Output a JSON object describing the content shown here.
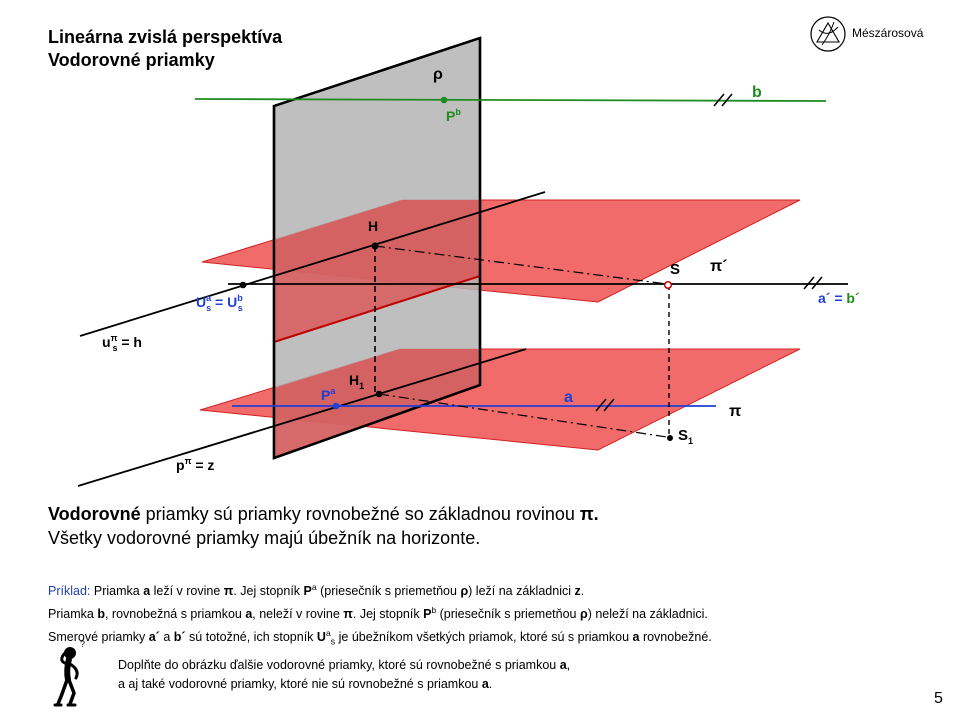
{
  "title": {
    "line1": "Lineárna zvislá perspektíva",
    "line2": "Vodorovné priamky"
  },
  "brand": {
    "name": "Mészárosová",
    "logo_icon": "triangle-circle-logo-icon"
  },
  "labels": {
    "rho": "ρ",
    "b": "b",
    "pb_main": "P",
    "pb_sup": "b",
    "h_point": "H",
    "s_point": "S",
    "pi_prime": "π´",
    "us_a_main": "U",
    "us_a_sup": "a",
    "us_a_sub": "s",
    "equals": " = ",
    "us_b_main": "U",
    "us_b_sup": "b",
    "us_b_sub": "s",
    "a_b_prime": "a´ = ",
    "b_prime": "b´",
    "u_main": "u",
    "u_sup": "π",
    "u_sub": "s",
    "u_tail": " = h",
    "h1_main": "H",
    "h1_sub": "1",
    "pa_main": "P",
    "pa_sup": "a",
    "a": "a",
    "pi": "π",
    "s1_main": "S",
    "s1_sub": "1",
    "p_main": "p",
    "p_sup": "π",
    "p_tail": " = z"
  },
  "statement": {
    "l1_bold": "Vodorovné",
    "l1_rest": " priamky sú priamky rovnobežné so základnou rovinou ",
    "l1_pi": "π.",
    "l2": "Všetky vodorovné priamky majú úbežník na horizonte."
  },
  "example": {
    "lead": "Príklad:",
    "l1_t1": " Priamka ",
    "l1_a": "a",
    "l1_t2": " leží v rovine ",
    "l1_pi": "π",
    "l1_t3": ". Jej stopník ",
    "l1_P": "P",
    "l1_Psup": "a",
    "l1_t4": " (priesečník s priemetňou ",
    "l1_rho": "ρ",
    "l1_t5": ") leží na základnici ",
    "l1_z": "z",
    "l1_t6": ".",
    "l2_t1": "Priamka ",
    "l2_b": "b",
    "l2_t2": ", rovnobežná s priamkou ",
    "l2_a": "a",
    "l2_t3": ", neleží v rovine ",
    "l2_pi": "π",
    "l2_t4": ". Jej stopník ",
    "l2_P": "P",
    "l2_Psup": "b",
    "l2_t5": " (priesečník s priemetňou ",
    "l2_rho": "ρ",
    "l2_t6": ") neleží na základnici.",
    "l3_t1": "Smerové priamky ",
    "l3_a": "a´",
    "l3_t2": " a ",
    "l3_b": "b´",
    "l3_t3": " sú totožné, ich stopník ",
    "l3_U": "U",
    "l3_Usup": "a",
    "l3_Usub": "s",
    "l3_t4": " je úbežníkom všetkých priamok, ktoré sú s priamkou ",
    "l3_a2": "a",
    "l3_t5": " rovnobežné."
  },
  "task": {
    "l1_t1": "Doplňte do obrázku ďalšie vodorovné priamky, ktoré sú rovnobežné s priamkou ",
    "l1_a": "a",
    "l1_t2": ",",
    "l2_t1": "a aj také vodorovné priamky, ktoré nie sú rovnobežné s priamkou ",
    "l2_a": "a",
    "l2_t2": "."
  },
  "page_number": "5",
  "colors": {
    "plane_red": "#f26b6b",
    "plane_red_dark": "#d32020",
    "plane_gray": "#b4b4b4",
    "green": "#1e8c1e",
    "blue": "#1f3fd8",
    "black": "#000000"
  },
  "icons": [
    "triangle-circle-logo-icon",
    "thinking-figure-icon"
  ]
}
